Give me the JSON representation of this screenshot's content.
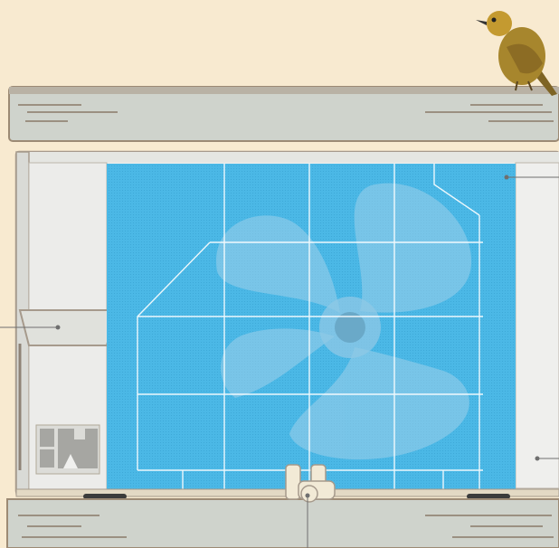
{
  "scene": {
    "background_color": "#f8ead0",
    "wood_color": "#cfd3cc",
    "wood_edge_color": "#9c8a74",
    "casing_color": "#f0f0ee",
    "casing_edge_color": "#a69a8c",
    "grid_panel_color": "#4bb8e6",
    "grid_line_color": "#ffffff",
    "fan_color": "#8fc8e6",
    "fan_hub_color": "#6aa9c8",
    "fitting_color": "#f2ead6",
    "bird_body_color": "#a7862d",
    "bird_head_color": "#c49a30",
    "leader_line_color": "#6f6f6f"
  },
  "elements": {
    "top_shelf": "wooden-plank",
    "bottom_shelf": "wooden-plank",
    "outdoor_unit": "condenser-casing",
    "fan": "three-blade-fan",
    "bird": "perched-songbird",
    "drain_fitting": "pipe-elbow",
    "side_panel_icon": "service-panel-icon"
  },
  "callouts": [
    {
      "id": "heat-exchanger",
      "label": ""
    },
    {
      "id": "side-panel",
      "label": ""
    },
    {
      "id": "casing-right",
      "label": ""
    },
    {
      "id": "drain-fitting",
      "label": ""
    }
  ]
}
